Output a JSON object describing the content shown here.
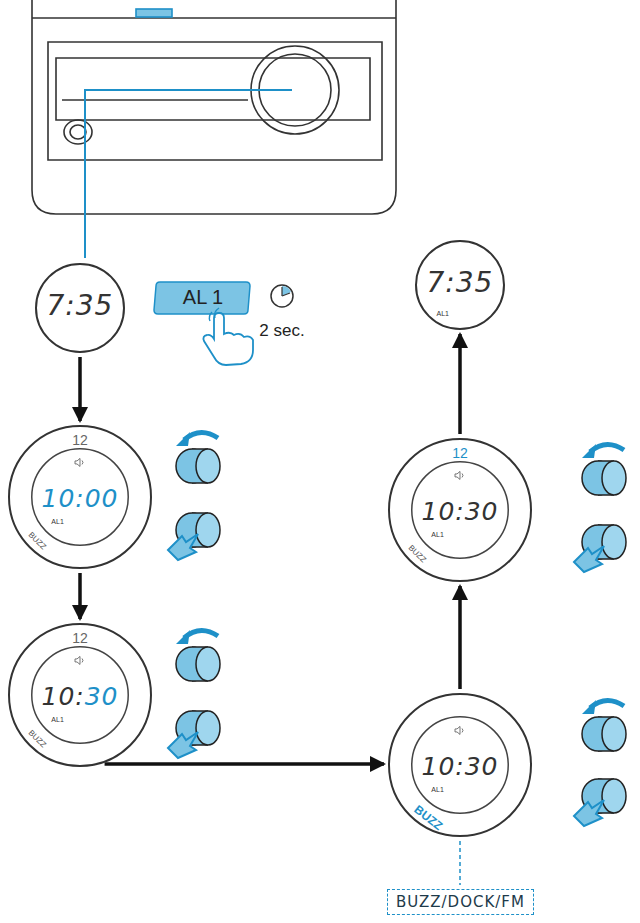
{
  "diagram": {
    "nodes": [
      {
        "text": [
          "7:35"
        ]
      },
      {
        "text": [
          "12",
          "10:00",
          "AL1",
          "BUZZ"
        ]
      },
      {
        "text": [
          "12",
          "10:",
          "30",
          "AL1",
          "BUZZ"
        ]
      },
      {
        "text": [
          "10:30",
          "AL1",
          "BUZZ"
        ]
      },
      {
        "text": [
          "BUZZ/DOCK/FM"
        ]
      },
      {
        "text": [
          "12",
          "10:30",
          "AL1",
          "BUZZ"
        ]
      },
      {
        "text": [
          "7:35",
          "AL1"
        ]
      }
    ],
    "edges": [
      {
        "from": 0,
        "to": 1,
        "arrow": "to"
      },
      {
        "from": 1,
        "to": 2,
        "arrow": "to"
      },
      {
        "from": 2,
        "to": 3,
        "arrow": "to"
      },
      {
        "from": 3,
        "to": 5,
        "arrow": "to"
      },
      {
        "from": 5,
        "to": 6,
        "arrow": "to"
      },
      {
        "from": 3,
        "to": 4,
        "arrow": "none"
      }
    ],
    "labels": [
      "AL 1",
      "2 sec."
    ]
  }
}
